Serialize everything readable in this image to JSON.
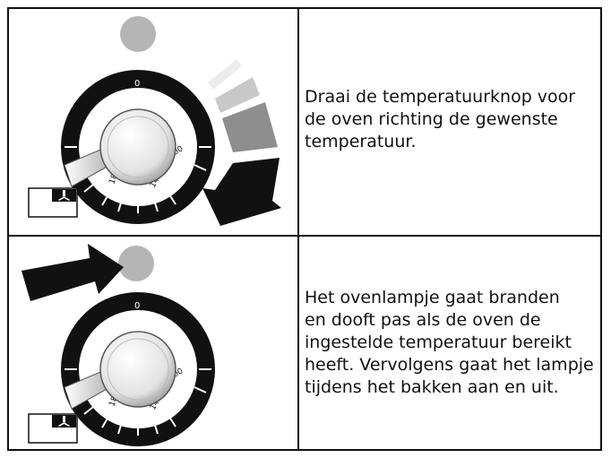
{
  "step1": {
    "dial_zero": "0",
    "dial_180": "180",
    "dial_140": "140",
    "dial_100": "100",
    "lines": [
      "Draai de temperatuurknop voor",
      "de oven richting de gewenste",
      "temperatuur."
    ]
  },
  "step2": {
    "dial_zero": "0",
    "dial_180": "180",
    "dial_140": "140",
    "dial_100": "100",
    "lines": [
      "Het ovenlampje gaat branden",
      "en dooft pas als de oven de",
      "ingestelde temperatuur bereikt",
      "heeft. Vervolgens gaat het lampje",
      "tijdens het bakken aan en uit."
    ]
  },
  "icons": {
    "lamp": "oven-lamp-icon",
    "fan": "fan-icon",
    "arrow": "arrow-icon"
  },
  "colors": {
    "lamp": "#b5b5b5",
    "dial_ring": "#111111",
    "knob": "#e6e6e6",
    "arrow": "#111111"
  }
}
